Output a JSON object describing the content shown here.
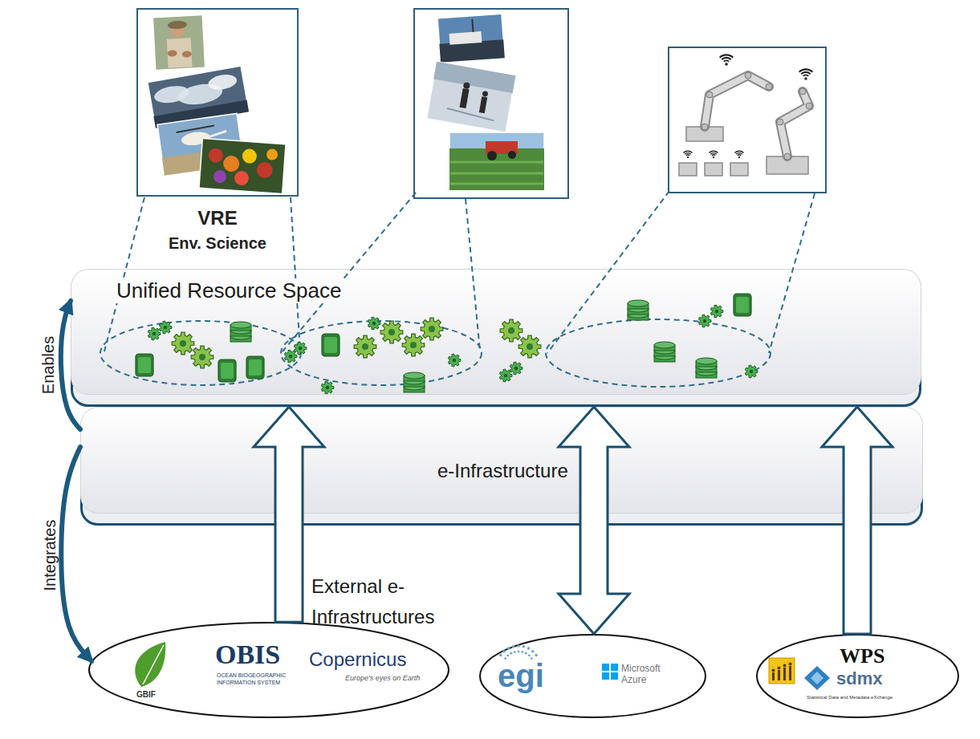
{
  "diagram": {
    "nodes": [
      {
        "text": [
          "VRE",
          "Env. Science"
        ]
      },
      {
        "text": [
          "Unified Resource Space"
        ]
      },
      {
        "text": [
          "e-Infrastructure"
        ]
      },
      {
        "text": [
          "GBIF",
          "OBIS",
          "OCEAN BIOGEOGRAPHIC INFORMATION SYSTEM",
          "Copernicus",
          "Europe's eyes on Earth"
        ]
      },
      {
        "text": [
          "egi",
          "Microsoft Azure"
        ]
      },
      {
        "text": [
          "WPS",
          "sdmx",
          "Statistical Data and Metadata eXchange"
        ]
      }
    ],
    "edges": [
      {
        "from": 2,
        "to": 1,
        "arrow": "to",
        "label": "Enables"
      },
      {
        "from": 2,
        "to": 3,
        "arrow": "to",
        "label": "Integrates"
      },
      {
        "from": 3,
        "to": 1,
        "arrow": "to"
      },
      {
        "from": 4,
        "to": 1,
        "arrow": "both"
      },
      {
        "from": 5,
        "to": 1,
        "arrow": "to"
      }
    ],
    "labels": [
      "External e- Infrastructures"
    ]
  }
}
